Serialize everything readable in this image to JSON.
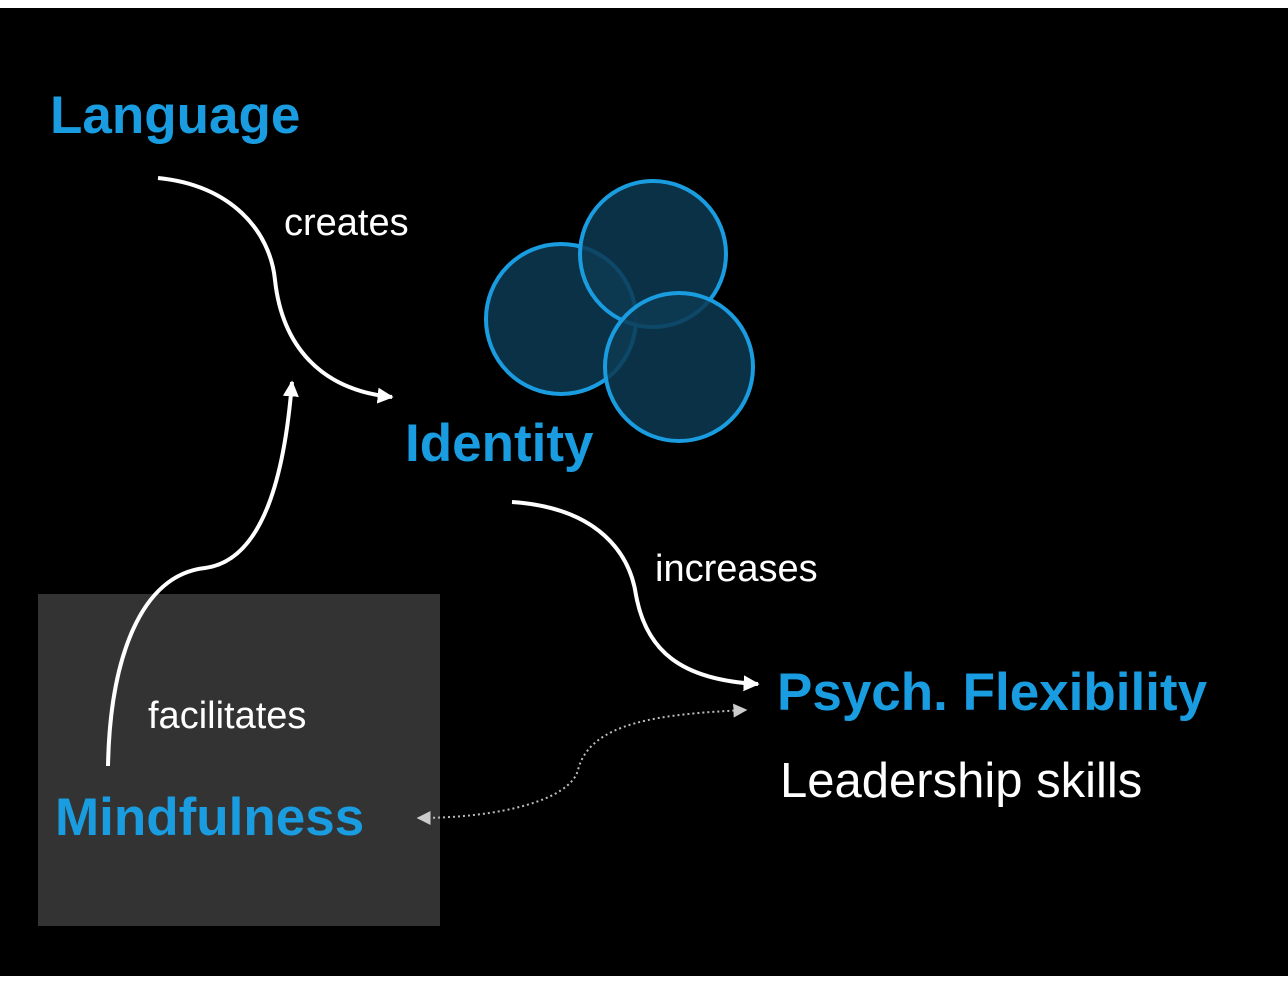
{
  "nodes": {
    "language": "Language",
    "identity": "Identity",
    "psych_flexibility": "Psych. Flexibility",
    "mindfulness": "Mindfulness"
  },
  "edges": {
    "creates": "creates",
    "increases": "increases",
    "facilitates": "facilitates"
  },
  "outcome": "Leadership skills",
  "colors": {
    "accent": "#1a9de0",
    "background": "#000000",
    "panel": "#333333",
    "circle_fill": "#0d3a52",
    "text": "#ffffff"
  },
  "icons": [
    "overlapping-circles-icon"
  ]
}
